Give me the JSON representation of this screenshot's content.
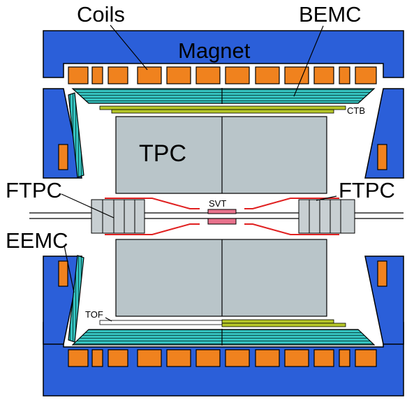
{
  "labels": {
    "coils": "Coils",
    "bemc": "BEMC",
    "magnet": "Magnet",
    "ctb": "CTB",
    "tpc": "TPC",
    "ftpc_left": "FTPC",
    "ftpc_right": "FTPC",
    "svt": "SVT",
    "eemc": "EEMC",
    "tof": "TOF"
  },
  "colors": {
    "magnet": "#2b5fd9",
    "coil": "#f0821e",
    "calorimeter": "#35c3c0",
    "ctb": "#b5c628",
    "tpc": "#b9c5c9",
    "ftpc": "#c8cfd2",
    "svt": "#e8728c",
    "support": "#e02020"
  }
}
